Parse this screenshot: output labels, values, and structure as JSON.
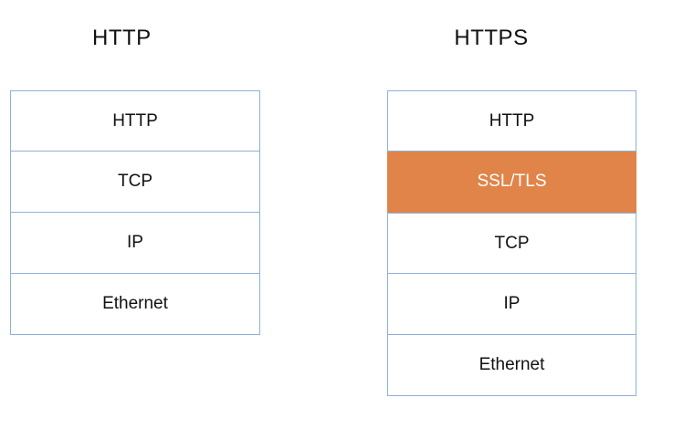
{
  "colors": {
    "layer_border": "#8fb0d8",
    "highlight_fill": "#e0844a",
    "highlight_text": "#ffffff"
  },
  "left_stack": {
    "title": "HTTP",
    "layers": [
      "HTTP",
      "TCP",
      "IP",
      "Ethernet"
    ]
  },
  "right_stack": {
    "title": "HTTPS",
    "layers": [
      "HTTP",
      "SSL/TLS",
      "TCP",
      "IP",
      "Ethernet"
    ]
  }
}
